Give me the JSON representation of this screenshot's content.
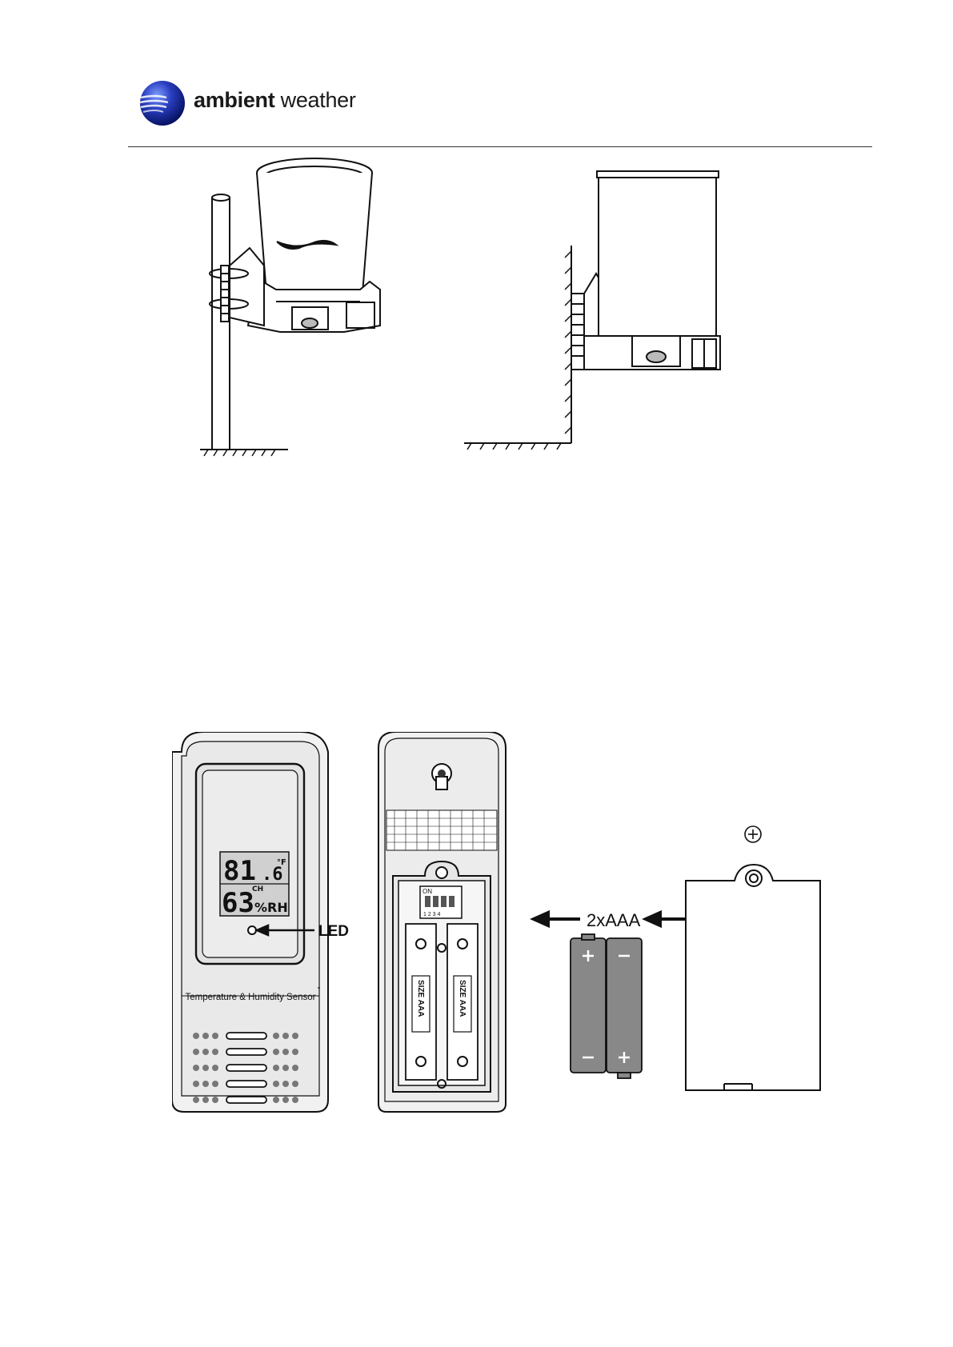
{
  "header": {
    "brand_bold": "ambient",
    "brand_regular": "weather",
    "colors": {
      "globe_dark": "#0b1a6e",
      "globe_light": "#6e8cf0"
    }
  },
  "rain_gauge_figure": {
    "icons": [
      "pole-mount-rain-gauge-icon",
      "wall-mount-rain-gauge-icon"
    ]
  },
  "sensor_figure": {
    "led_label": "LED",
    "sensor_label": "Temperature & Humidity Sensor",
    "battery_label": "2xAAA",
    "lcd": {
      "temp": "81",
      "temp_dec": ".6",
      "humidity": "63",
      "humidity_unit": "%RH",
      "temp_unit": "°F",
      "channel_label": "CH"
    },
    "battery_marking_1": "SIZE AAA",
    "battery_marking_2": "SIZE AAA",
    "dip_label": "ON",
    "dip_numbers": "1 2 3 4"
  }
}
